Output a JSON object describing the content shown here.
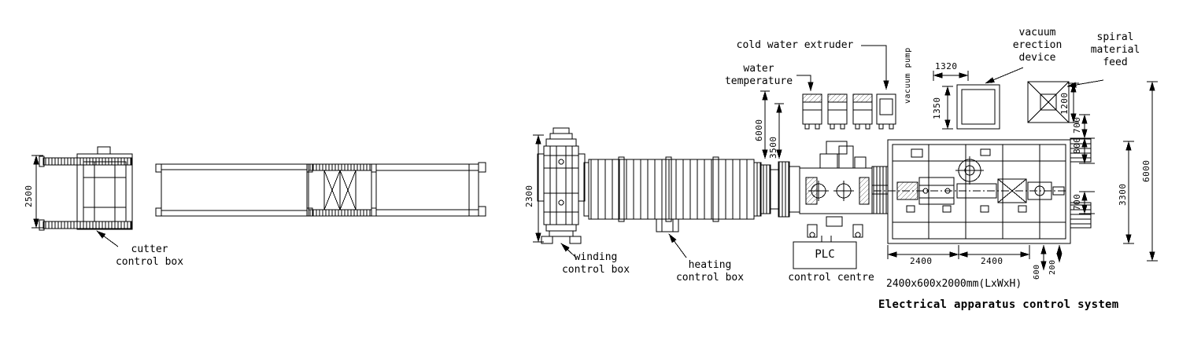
{
  "cutter_line": {
    "dim_height": "2500",
    "cutter_label": "cutter\ncontrol box"
  },
  "extrusion_line": {
    "dim_height": "2300",
    "winding_label": "winding\ncontrol box",
    "heating_label": "heating\ncontrol box",
    "plc_text": "PLC",
    "plc_label": "control centre",
    "cold_water_label": "cold water extruder",
    "water_temp_label": "water\ntemperature",
    "pump_label": "vacuum pump",
    "dim_6000": "6000",
    "dim_3500": "3500"
  },
  "feed_section": {
    "vacuum_label": "vacuum\nerection\ndevice",
    "spiral_label": "spiral\nmaterial\nfeed",
    "dim_1320": "1320",
    "dim_1350": "1350",
    "dim_1200": "1200"
  },
  "control_cabinet": {
    "dim_700_top": "700",
    "dim_800": "800",
    "dim_700_bottom": "700",
    "dim_3300": "3300",
    "dim_6000": "6000",
    "dim_2400_left": "2400",
    "dim_2400_right": "2400",
    "dim_600": "600",
    "dim_200": "200",
    "size_note": "2400x600x2000mm(LxWxH)",
    "caption": "Electrical apparatus control system"
  }
}
